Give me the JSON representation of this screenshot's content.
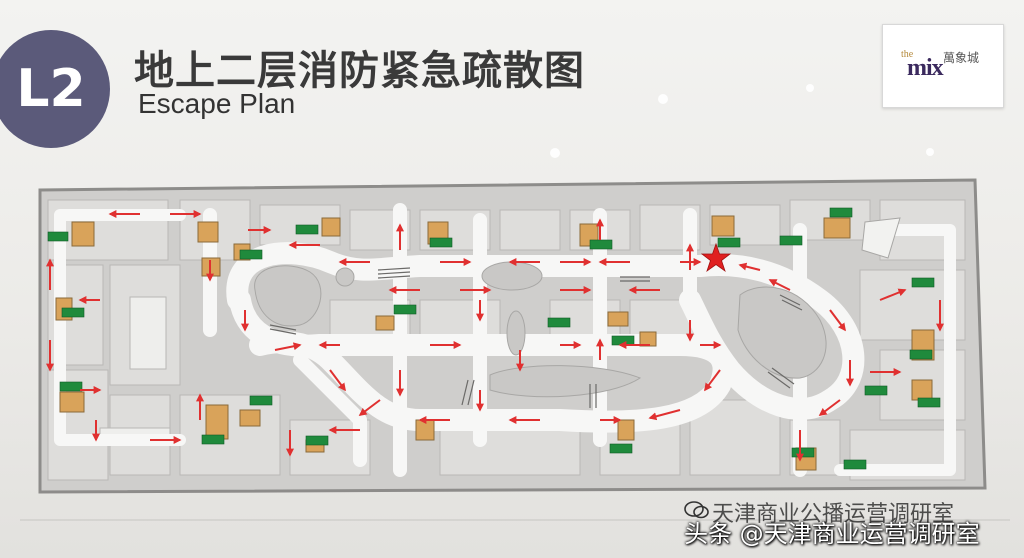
{
  "sign": {
    "floor_badge": "L2",
    "title_cn": "地上二层消防紧急疏散图",
    "title_en": "Escape Plan"
  },
  "logo": {
    "the": "the",
    "mix": "mix",
    "cn": "萬象城"
  },
  "watermark": {
    "line1": "天津商业公播运营调研室",
    "line2": "头条 @天津商业运营调研室"
  },
  "map": {
    "you_are_here_color": "#e02020",
    "route_color": "#e03030",
    "exit_sign_color": "#1f8a3c",
    "stair_color": "#d9a35a",
    "corridor_color": "#ffffff",
    "unit_color": "#d4d3d1"
  }
}
